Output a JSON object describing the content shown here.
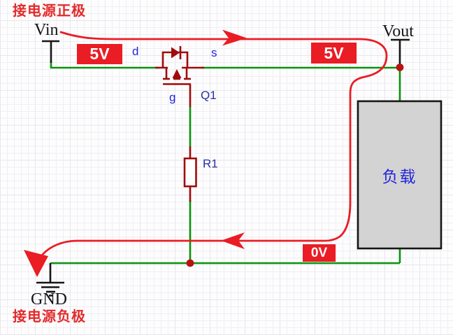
{
  "annotations": {
    "positive_terminal": "接电源正极",
    "negative_terminal": "接电源负极"
  },
  "nets": {
    "input": "Vin",
    "output": "Vout",
    "ground": "GND"
  },
  "voltage_badges": {
    "input": "5V",
    "output": "5V",
    "ground": "0V"
  },
  "components": {
    "mosfet": {
      "refdes": "Q1",
      "pin_drain": "d",
      "pin_source": "s",
      "pin_gate": "g"
    },
    "resistor": {
      "refdes": "R1"
    },
    "load": {
      "label": "负载"
    }
  },
  "colors": {
    "wire_green": "#0a930a",
    "symbol_red": "#a00b0b",
    "flow_red": "#ea1c24",
    "junction_red": "#b81212",
    "label_blue": "#2424dd",
    "refdes_blue": "#2d2da4",
    "annotation_red": "#e42a2a",
    "load_fill": "#d3d3d3"
  }
}
